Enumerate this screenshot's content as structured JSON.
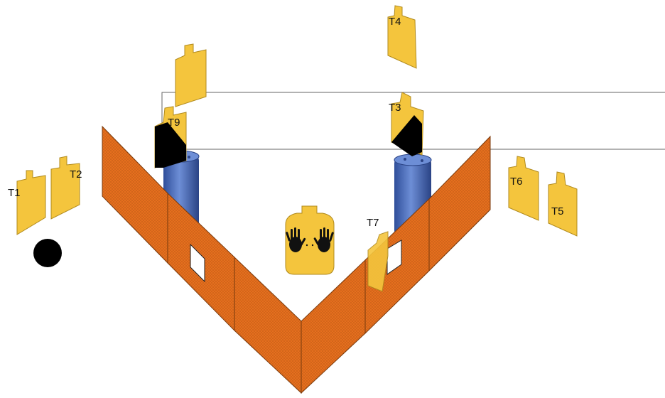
{
  "targets": [
    {
      "id": "t1",
      "label": "T1"
    },
    {
      "id": "t2",
      "label": "T2"
    },
    {
      "id": "t3",
      "label": "T3"
    },
    {
      "id": "t4",
      "label": "T4"
    },
    {
      "id": "t5",
      "label": "T5"
    },
    {
      "id": "t6",
      "label": "T6"
    },
    {
      "id": "t7",
      "label": "T7"
    },
    {
      "id": "t9",
      "label": "T9"
    }
  ],
  "colors": {
    "target": "#F4C53D",
    "target_stroke": "#B08A1E",
    "fence": "#E8701F",
    "fence_dark": "#B85412",
    "barrel": "#3E5FAE",
    "barrel_light": "#6D8ED6",
    "frame": "#666666",
    "marker": "#000000"
  }
}
